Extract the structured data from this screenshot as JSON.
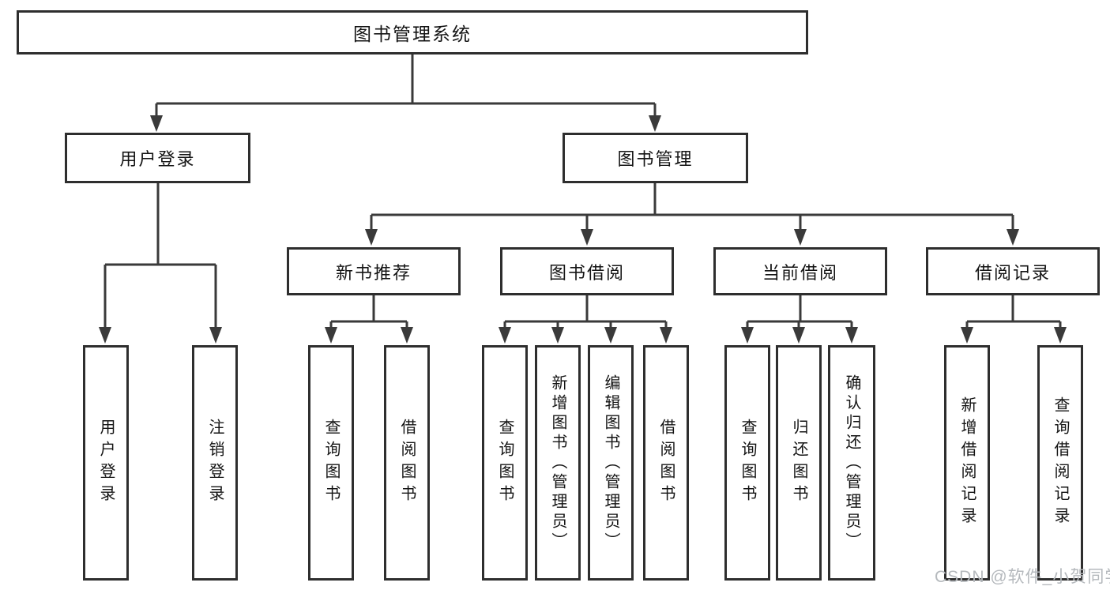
{
  "diagram": {
    "root": {
      "label": "图书管理系统"
    },
    "children": [
      {
        "label": "用户登录",
        "children": [
          {
            "label": "用户登录"
          },
          {
            "label": "注销登录"
          }
        ]
      },
      {
        "label": "图书管理",
        "children": [
          {
            "label": "新书推荐",
            "children": [
              {
                "label": "查询图书"
              },
              {
                "label": "借阅图书"
              }
            ]
          },
          {
            "label": "图书借阅",
            "children": [
              {
                "label": "查询图书"
              },
              {
                "label": "新增图书（管理员）"
              },
              {
                "label": "编辑图书（管理员）"
              },
              {
                "label": "借阅图书"
              }
            ]
          },
          {
            "label": "当前借阅",
            "children": [
              {
                "label": "查询图书"
              },
              {
                "label": "归还图书"
              },
              {
                "label": "确认归还（管理员）"
              }
            ]
          },
          {
            "label": "借阅记录",
            "children": [
              {
                "label": "新增借阅记录"
              },
              {
                "label": "查询借阅记录"
              }
            ]
          }
        ]
      }
    ]
  },
  "watermark": {
    "text": "CSDN @软件_小贺同学"
  },
  "colors": {
    "line": "#3a3a3a",
    "box_border": "#2e2e2e",
    "text": "#141414",
    "watermark": "#b5b9bd",
    "background": "#ffffff"
  }
}
